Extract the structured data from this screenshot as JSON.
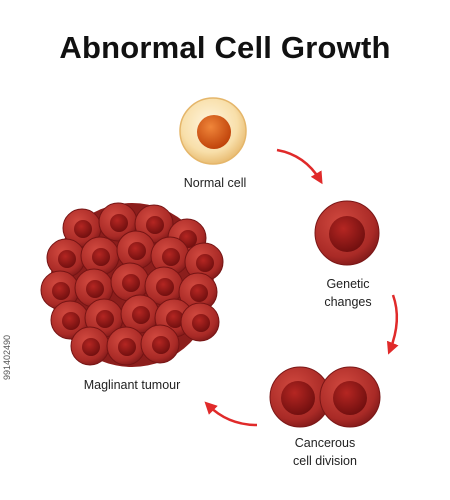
{
  "title": "Abnormal Cell Growth",
  "stages": [
    {
      "label": "Normal cell"
    },
    {
      "label_line1": "Genetic",
      "label_line2": "changes"
    },
    {
      "label_line1": "Cancerous",
      "label_line2": "cell division"
    },
    {
      "label": "Maglinant tumour"
    }
  ],
  "watermark": "991402490",
  "colors": {
    "arrow": "#e02a2a",
    "cancer_cell": "#b3302c",
    "nucleus": "#8a1414",
    "normal_cytoplasm": "#f6d9a4",
    "normal_nucleus": "#d35400"
  }
}
